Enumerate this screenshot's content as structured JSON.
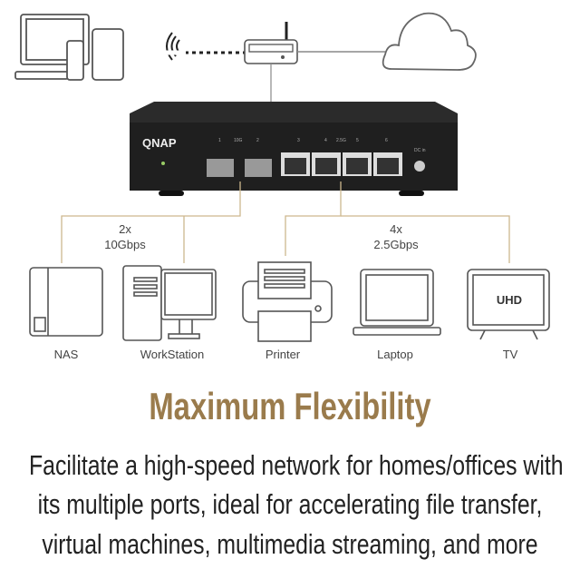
{
  "switch": {
    "brand": "QNAP",
    "port_labels": [
      "1",
      "10G",
      "2",
      "3",
      "4",
      "2.5G",
      "5",
      "6"
    ],
    "power_label": "DC in"
  },
  "links": {
    "sfp": {
      "count": "2x",
      "speed": "10Gbps"
    },
    "rj45": {
      "count": "4x",
      "speed": "2.5Gbps"
    }
  },
  "devices": [
    {
      "label": "NAS",
      "icon": "nas-icon"
    },
    {
      "label": "WorkStation",
      "icon": "workstation-icon"
    },
    {
      "label": "Printer",
      "icon": "printer-icon"
    },
    {
      "label": "Laptop",
      "icon": "laptop-icon"
    },
    {
      "label": "TV",
      "icon": "tv-icon",
      "screen_text": "UHD"
    }
  ],
  "headline": "Maximum Flexibility",
  "description": [
    "Facilitate a high-speed network for homes/offices with",
    "its multiple ports, ideal for accelerating file transfer,",
    "virtual machines, multimedia streaming, and more"
  ],
  "colors": {
    "headline": "#9a7b4c",
    "link_line": "#cdb88e",
    "switch_body": "#2b2b2b"
  }
}
